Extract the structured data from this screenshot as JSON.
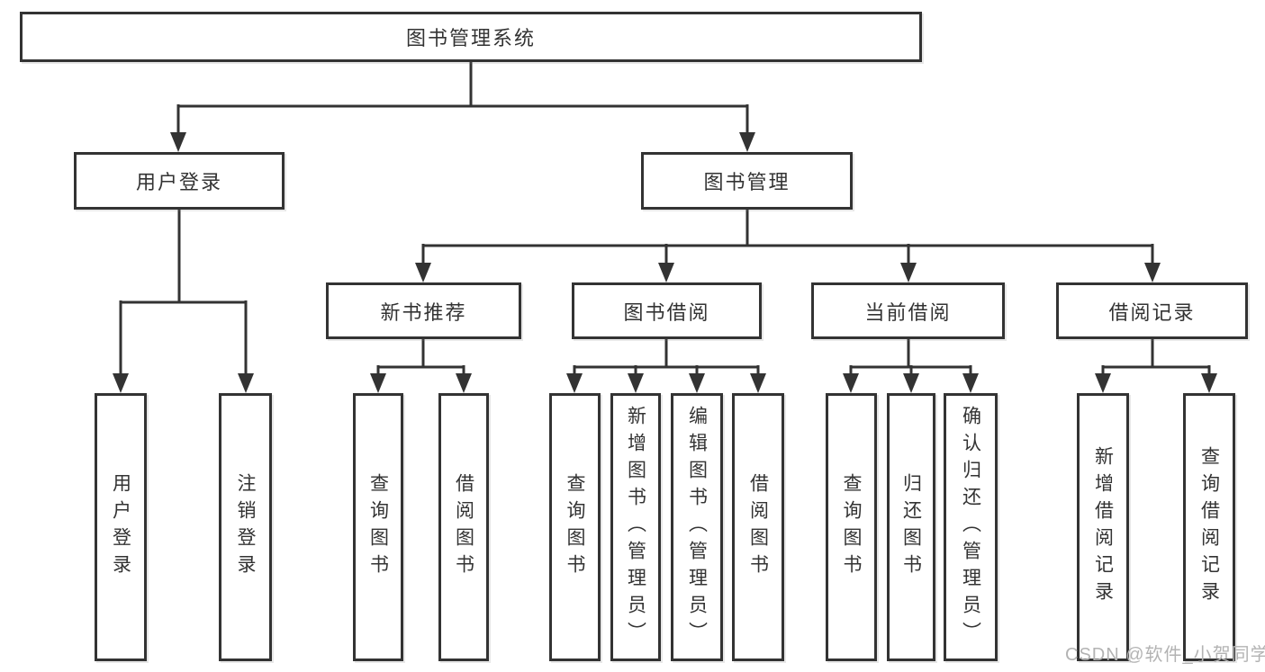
{
  "tree": {
    "label": "图书管理系统",
    "children": [
      {
        "label": "用户登录",
        "children": [
          {
            "label": "用户登录"
          },
          {
            "label": "注销登录"
          }
        ]
      },
      {
        "label": "图书管理",
        "children": [
          {
            "label": "新书推荐",
            "children": [
              {
                "label": "查询图书"
              },
              {
                "label": "借阅图书"
              }
            ]
          },
          {
            "label": "图书借阅",
            "children": [
              {
                "label": "查询图书"
              },
              {
                "label": "新增图书（管理员）"
              },
              {
                "label": "编辑图书（管理员）"
              },
              {
                "label": "借阅图书"
              }
            ]
          },
          {
            "label": "当前借阅",
            "children": [
              {
                "label": "查询图书"
              },
              {
                "label": "归还图书"
              },
              {
                "label": "确认归还（管理员）"
              }
            ]
          },
          {
            "label": "借阅记录",
            "children": [
              {
                "label": "新增借阅记录"
              },
              {
                "label": "查询借阅记录"
              }
            ]
          }
        ]
      }
    ]
  },
  "watermark": {
    "text": "CSDN @软件_小贺同学"
  },
  "colors": {
    "line": "#333333",
    "text": "#333333",
    "background": "#ffffff",
    "watermark": "#b3b3b3"
  }
}
